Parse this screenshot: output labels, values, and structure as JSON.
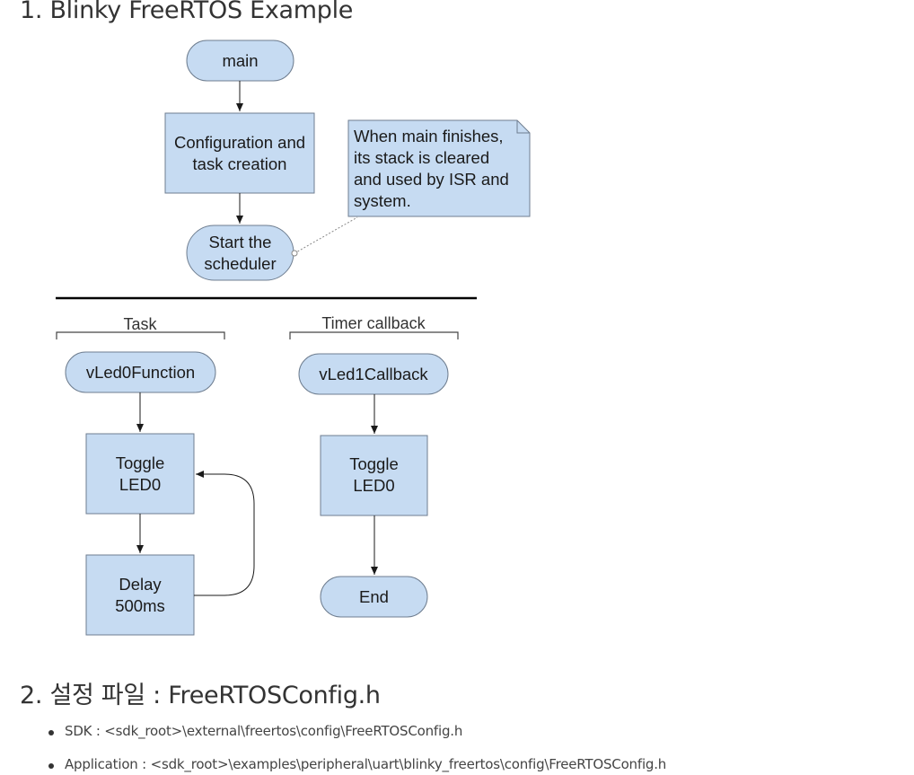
{
  "sections": [
    {
      "title": "1. Blinky FreeRTOS Example"
    },
    {
      "title": "2. 설정 파일 : FreeRTOSConfig.h"
    }
  ],
  "diagram": {
    "nodes": {
      "main": "main",
      "config": [
        "Configuration and",
        "task creation"
      ],
      "scheduler": [
        "Start the",
        "scheduler"
      ],
      "note": [
        "When main finishes,",
        "its stack is cleared",
        "and used by ISR and",
        "system."
      ],
      "task_fn": "vLed0Function",
      "task_toggle": [
        "Toggle",
        "LED0"
      ],
      "task_delay": [
        "Delay",
        "500ms"
      ],
      "timer_cb": "vLed1Callback",
      "timer_toggle": [
        "Toggle",
        "LED0"
      ],
      "timer_end": "End"
    },
    "groups": {
      "task": "Task",
      "timer": "Timer callback"
    }
  },
  "paths": [
    "SDK : <sdk_root>\\external\\freertos\\config\\FreeRTOSConfig.h",
    "Application : <sdk_root>\\examples\\peripheral\\uart\\blinky_freertos\\config\\FreeRTOSConfig.h"
  ]
}
